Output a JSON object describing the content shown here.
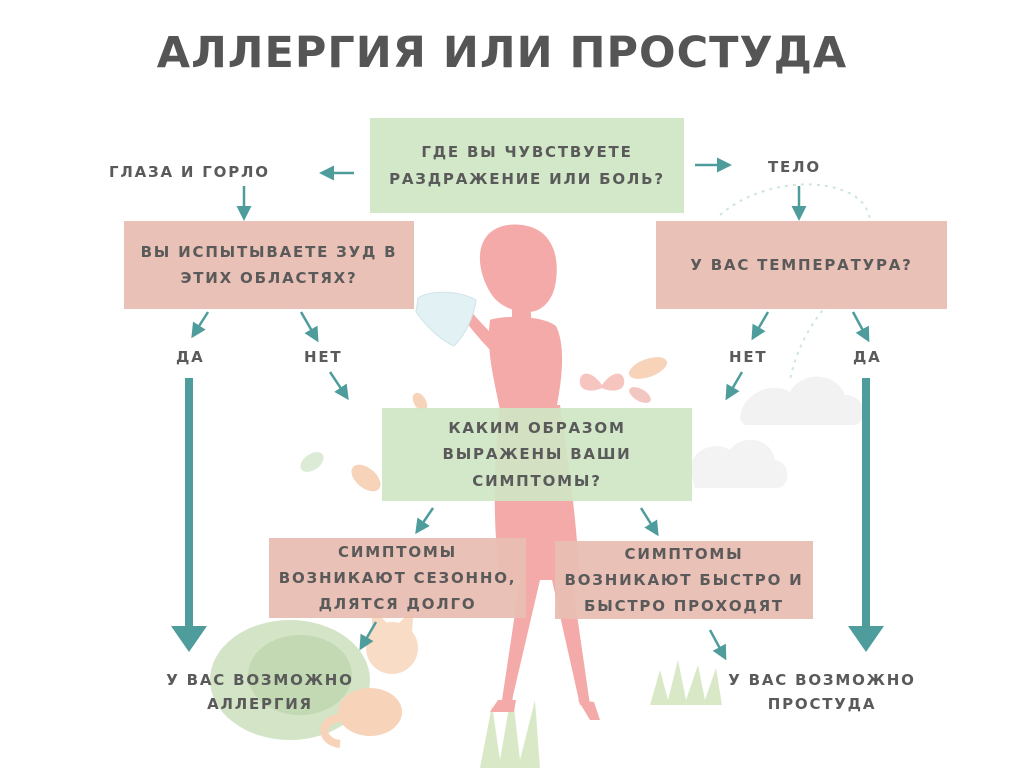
{
  "title": "АЛЛЕРГИЯ ИЛИ ПРОСТУДА",
  "colors": {
    "arrow": "#4e9c9c",
    "question_box": "#cfe6c4",
    "answer_box": "#e9beb2",
    "text": "#5a5a5a",
    "silhouette": "#f4aaa8"
  },
  "question_main": "ГДЕ ВЫ ЧУВСТВУЕТЕ РАЗДРАЖЕНИЕ ИЛИ БОЛЬ?",
  "branch_left": "ГЛАЗА И ГОРЛО",
  "branch_right": "ТЕЛО",
  "question_itch": "ВЫ ИСПЫТЫВАЕТЕ ЗУД В ЭТИХ ОБЛАСТЯХ?",
  "question_temp": "У ВАС ТЕМПЕРАТУРА?",
  "yes_left": "ДА",
  "no_left": "НЕТ",
  "no_right": "НЕТ",
  "yes_right": "ДА",
  "question_symptoms": "КАКИМ ОБРАЗОМ ВЫРАЖЕНЫ ВАШИ СИМПТОМЫ?",
  "answer_seasonal": "СИМПТОМЫ ВОЗНИКАЮТ СЕЗОННО, ДЛЯТСЯ ДОЛГО",
  "answer_fast": "СИМПТОМЫ ВОЗНИКАЮТ БЫСТРО И БЫСТРО ПРОХОДЯТ",
  "result_allergy": "У ВАС ВОЗМОЖНО АЛЛЕРГИЯ",
  "result_cold": "У ВАС ВОЗМОЖНО ПРОСТУДА"
}
